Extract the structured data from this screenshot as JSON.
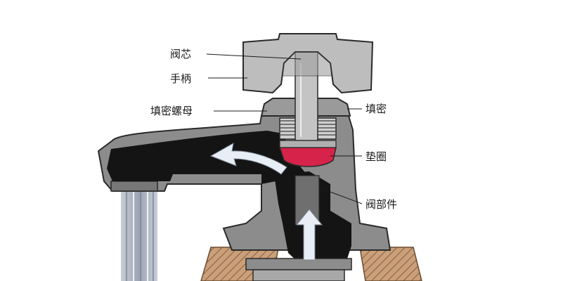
{
  "labels": {
    "valve_core": "阀芯",
    "handle": "手柄",
    "packing_nut": "填密螺母",
    "packing": "填密",
    "washer": "垫圈",
    "valve_body": "阀部件"
  },
  "colors": {
    "body_gray": "#8c8c8c",
    "dark_channel": "#141414",
    "handle_gray": "#bdbdbd",
    "washer_red": "#d6234a",
    "wood": "#c9a07a",
    "arrow_fill": "#e8eef5"
  }
}
